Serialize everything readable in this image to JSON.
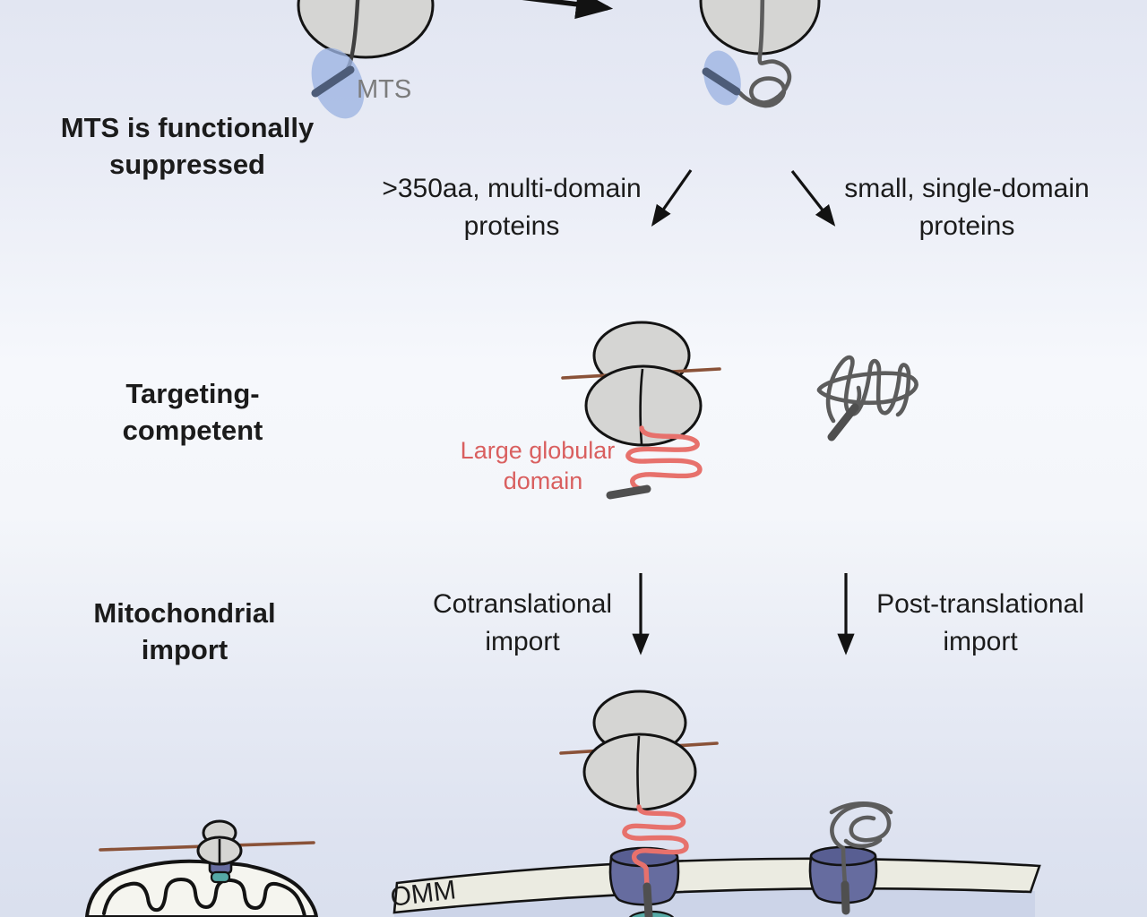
{
  "stage_labels": {
    "suppressed": {
      "line1": "MTS is functionally",
      "line2": "suppressed"
    },
    "targeting": {
      "line1": "Targeting-",
      "line2": "competent"
    },
    "import": {
      "line1": "Mitochondrial",
      "line2": "import"
    }
  },
  "branch_labels": {
    "multi_domain": {
      "line1": ">350aa, multi-domain",
      "line2": "proteins"
    },
    "single_domain": {
      "line1": "small, single-domain",
      "line2": "proteins"
    }
  },
  "pathway_labels": {
    "cotranslational": {
      "line1": "Cotranslational",
      "line2": "import"
    },
    "posttranslational": {
      "line1": "Post-translational",
      "line2": "import"
    }
  },
  "annotations": {
    "mts": "MTS",
    "large_globular": {
      "line1": "Large globular",
      "line2": "domain"
    },
    "omm": "OMM"
  },
  "colors": {
    "ribosome_fill": "#d5d5d3",
    "outline": "#131313",
    "mts_shield": "#9cb4e1",
    "mts_bar_blue": "#4d5c78",
    "mts_bar_gray": "#4f4f4f",
    "nascent_gray": "#5c5c5c",
    "nascent_red": "#e7716c",
    "mrna_brown": "#8a5238",
    "membrane_fill": "#ebebe1",
    "ims_fill": "#ccd4e8",
    "tom_fill": "#666c9f",
    "tom_rim": "#585e92",
    "tim_fill": "#55a9a6",
    "mito_fill": "#f5f5ef",
    "text_black": "#1b1b1b",
    "label_gray": "#7c7c7c",
    "red_text": "#d95f5f"
  }
}
